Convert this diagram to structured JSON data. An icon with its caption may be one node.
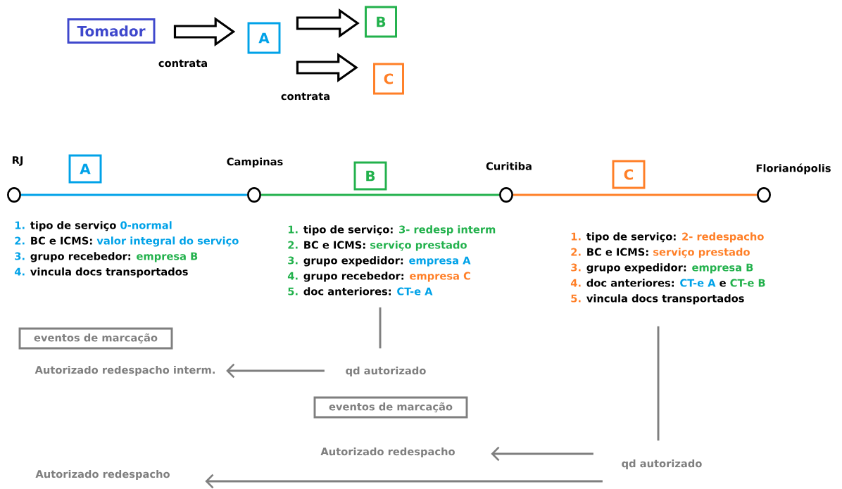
{
  "diagram": {
    "nodes": [
      {
        "text": [
          "Tomador"
        ]
      },
      {
        "text": [
          "A"
        ]
      },
      {
        "text": [
          "B"
        ]
      },
      {
        "text": [
          "C"
        ]
      },
      {
        "text": [],
        "shape": "circle",
        "beside": [
          "RJ"
        ]
      },
      {
        "text": [
          "A"
        ]
      },
      {
        "text": [],
        "shape": "circle",
        "beside": [
          "Campinas"
        ]
      },
      {
        "text": [
          "B"
        ]
      },
      {
        "text": [],
        "shape": "circle",
        "beside": [
          "Curitiba"
        ]
      },
      {
        "text": [
          "C"
        ]
      },
      {
        "text": [],
        "shape": "circle",
        "beside": [
          "Florianópolis"
        ]
      },
      {
        "text": [
          "1.",
          "tipo de serviço:",
          "3- redesp interm",
          "2.",
          "BC e ICMS:",
          "serviço prestado",
          "3.",
          "grupo expedidor:",
          "empresa A",
          "4.",
          "grupo recebedor:",
          "empresa C",
          "5.",
          "doc anteriores:",
          "CT-e A"
        ]
      },
      {
        "text": [
          "1.",
          "tipo de serviço:",
          "2- redespacho",
          "2.",
          "BC e ICMS:",
          "serviço prestado",
          "3.",
          "grupo expedidor:",
          "empresa B",
          "4.",
          "doc anteriores:",
          "CT-e A",
          "e",
          "CT-e B",
          "5.",
          "vincula docs transportados"
        ]
      },
      {
        "text": [
          "eventos de marcação"
        ]
      },
      {
        "text": [
          "Autorizado redespacho interm."
        ]
      },
      {
        "text": [
          "qd autorizado"
        ]
      },
      {
        "text": [
          "eventos de marcação"
        ]
      },
      {
        "text": [
          "Autorizado redespacho"
        ]
      },
      {
        "text": [
          "qd autorizado"
        ]
      },
      {
        "text": [
          "Autorizado redespacho"
        ]
      }
    ],
    "edges": [
      {
        "from": 0,
        "to": 1,
        "arrow": "to",
        "label": "contrata",
        "style": "thick",
        "color": "#000000"
      },
      {
        "from": 1,
        "to": 2,
        "arrow": "to",
        "style": "thick",
        "color": "#000000"
      },
      {
        "from": 1,
        "to": 3,
        "arrow": "to",
        "label": "contrata",
        "style": "thick",
        "color": "#000000"
      },
      {
        "from": 4,
        "to": 6,
        "arrow": "none",
        "color": "#00a2e8"
      },
      {
        "from": 6,
        "to": 8,
        "arrow": "none",
        "color": "#22b14c"
      },
      {
        "from": 8,
        "to": 10,
        "arrow": "none",
        "color": "#ff7f27"
      },
      {
        "from": 11,
        "to": 15,
        "arrow": "none"
      },
      {
        "from": 15,
        "to": 14,
        "arrow": "to"
      },
      {
        "from": 12,
        "to": 18,
        "arrow": "none"
      },
      {
        "from": 18,
        "to": 17,
        "arrow": "to"
      },
      {
        "from": 18,
        "to": 19,
        "arrow": "to"
      }
    ],
    "labels": [
      "1.",
      "tipo de serviço",
      "0-normal",
      "2.",
      "BC e ICMS:",
      "valor integral do serviço",
      "3.",
      "grupo recebedor:",
      "empresa B",
      "4.",
      "vincula docs transportados"
    ]
  }
}
